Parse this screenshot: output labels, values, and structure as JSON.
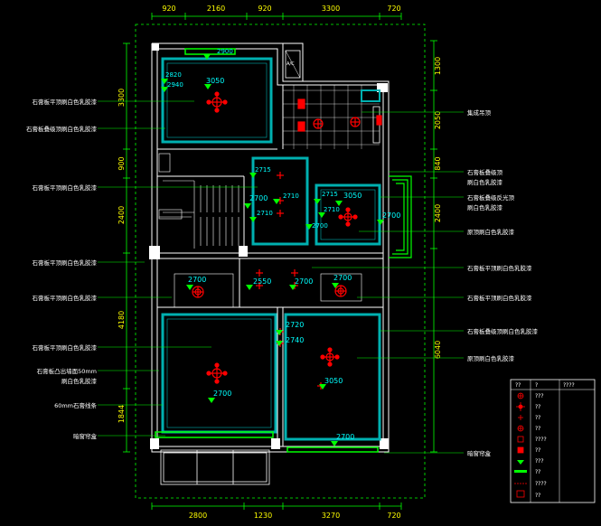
{
  "dims": {
    "top": [
      "920",
      "2160",
      "920",
      "3300",
      "720"
    ],
    "bottom": [
      "2800",
      "1230",
      "3270",
      "720"
    ],
    "left": [
      "3300",
      "900",
      "2400",
      "4180",
      "1844"
    ],
    "right": [
      "1300",
      "2050",
      "840",
      "2400",
      "6040"
    ]
  },
  "heights": {
    "h2900": "2900",
    "h2820": "2820",
    "h2940": "2940",
    "h3050a": "3050",
    "h2715a": "2715",
    "h2700a": "2700",
    "h2710a": "2710",
    "h2710b": "2710",
    "h2715b": "2715",
    "h3050b": "3050",
    "h2710c": "2710",
    "h2700b": "2700",
    "h2700c": "2700",
    "h2700d": "2700",
    "h2550": "2550",
    "h2700e": "2700",
    "h2700f": "2700",
    "h2720": "2720",
    "h2740": "2740",
    "h2700g": "2700",
    "h3050c": "3050",
    "h2700h": "2700"
  },
  "left_labels": [
    "石膏板平顶刷白色乳胶漆",
    "石膏板叠级顶刷白色乳胶漆",
    "石膏板平顶刷白色乳胶漆",
    "石膏板平顶刷白色乳胶漆",
    "石膏板平顶刷白色乳胶漆",
    "石膏板平顶刷白色乳胶漆",
    "石膏板凸出墙面50mm",
    "刷白色乳胶漆",
    "60mm石膏线条",
    "暗窗帘盒"
  ],
  "right_labels": [
    "集成吊顶",
    "石膏板叠级顶",
    "刷白色乳胶漆",
    "石膏板叠级反光顶",
    "刷白色乳胶漆",
    "原顶刷白色乳胶漆",
    "石膏板平顶刷白色乳胶漆",
    "石膏板平顶刷白色乳胶漆",
    "石膏板叠级顶刷白色乳胶漆",
    "原顶刷白色乳胶漆",
    "暗窗帘盒"
  ],
  "ac_label": "A/C",
  "legend": {
    "header": [
      "??",
      "?",
      "????"
    ],
    "rows": [
      "???",
      "??",
      "??",
      "??",
      "????",
      "??",
      "???",
      "??",
      "????",
      "??"
    ]
  },
  "colors": {
    "wall": "#ffffff",
    "ceiling": "#00b0b0",
    "dimension": "#ffff00",
    "light": "#ff0000",
    "height_mark": "#00ff00",
    "cornice": "#00ff00"
  }
}
